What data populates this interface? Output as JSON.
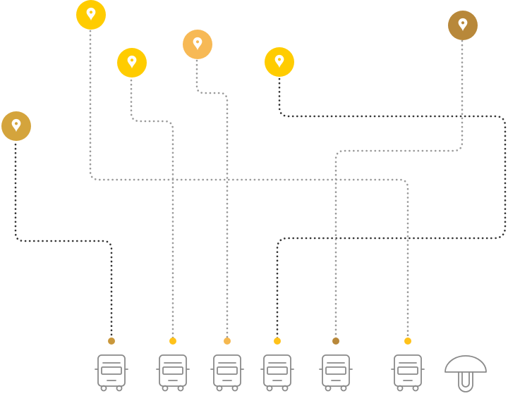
{
  "colors": {
    "background": "#ffffff",
    "pin_yellow": "#ffcc00",
    "pin_gold": "#d4a43c",
    "pin_light_orange": "#f7b955",
    "pin_dark_gold": "#b8883a",
    "pin_glyph": "#ffffff",
    "route_dark": "#333333",
    "route_gray": "#9a9a9a",
    "truck_outline": "#8a8a8a",
    "end_dot_yellow": "#ffc21a",
    "end_dot_gold": "#c9973b",
    "end_dot_light": "#f5b84f",
    "end_dot_dark_gold": "#b8883a"
  },
  "pins": [
    {
      "id": "pin-1",
      "icon": "location-pin-icon",
      "color_key": "pin_gold"
    },
    {
      "id": "pin-2",
      "icon": "location-pin-icon",
      "color_key": "pin_yellow"
    },
    {
      "id": "pin-3",
      "icon": "location-pin-icon",
      "color_key": "pin_yellow"
    },
    {
      "id": "pin-4",
      "icon": "location-pin-icon",
      "color_key": "pin_light_orange"
    },
    {
      "id": "pin-5",
      "icon": "location-pin-icon",
      "color_key": "pin_yellow"
    },
    {
      "id": "pin-6",
      "icon": "location-pin-icon",
      "color_key": "pin_dark_gold"
    }
  ],
  "vehicles": [
    {
      "id": "truck-1",
      "icon": "truck-front-icon"
    },
    {
      "id": "truck-2",
      "icon": "truck-front-icon"
    },
    {
      "id": "truck-3",
      "icon": "truck-front-icon"
    },
    {
      "id": "truck-4",
      "icon": "truck-front-icon"
    },
    {
      "id": "truck-5",
      "icon": "truck-front-icon"
    },
    {
      "id": "truck-6",
      "icon": "truck-front-icon"
    }
  ],
  "extra_icon": {
    "id": "helmet",
    "icon": "hard-hat-helmet-icon"
  },
  "routes": [
    {
      "from": "pin-1",
      "to": "truck-1",
      "style": "route_dark",
      "end_dot": "end_dot_gold"
    },
    {
      "from": "pin-2",
      "to": "truck-6",
      "style": "route_gray",
      "end_dot": "end_dot_yellow"
    },
    {
      "from": "pin-3",
      "to": "truck-2",
      "style": "route_gray",
      "end_dot": "end_dot_yellow"
    },
    {
      "from": "pin-4",
      "to": "truck-3",
      "style": "route_gray",
      "end_dot": "end_dot_light"
    },
    {
      "from": "pin-5",
      "to": "truck-4",
      "style": "route_dark",
      "end_dot": "end_dot_yellow"
    },
    {
      "from": "pin-6",
      "to": "truck-5",
      "style": "route_gray",
      "end_dot": "end_dot_dark_gold"
    }
  ]
}
